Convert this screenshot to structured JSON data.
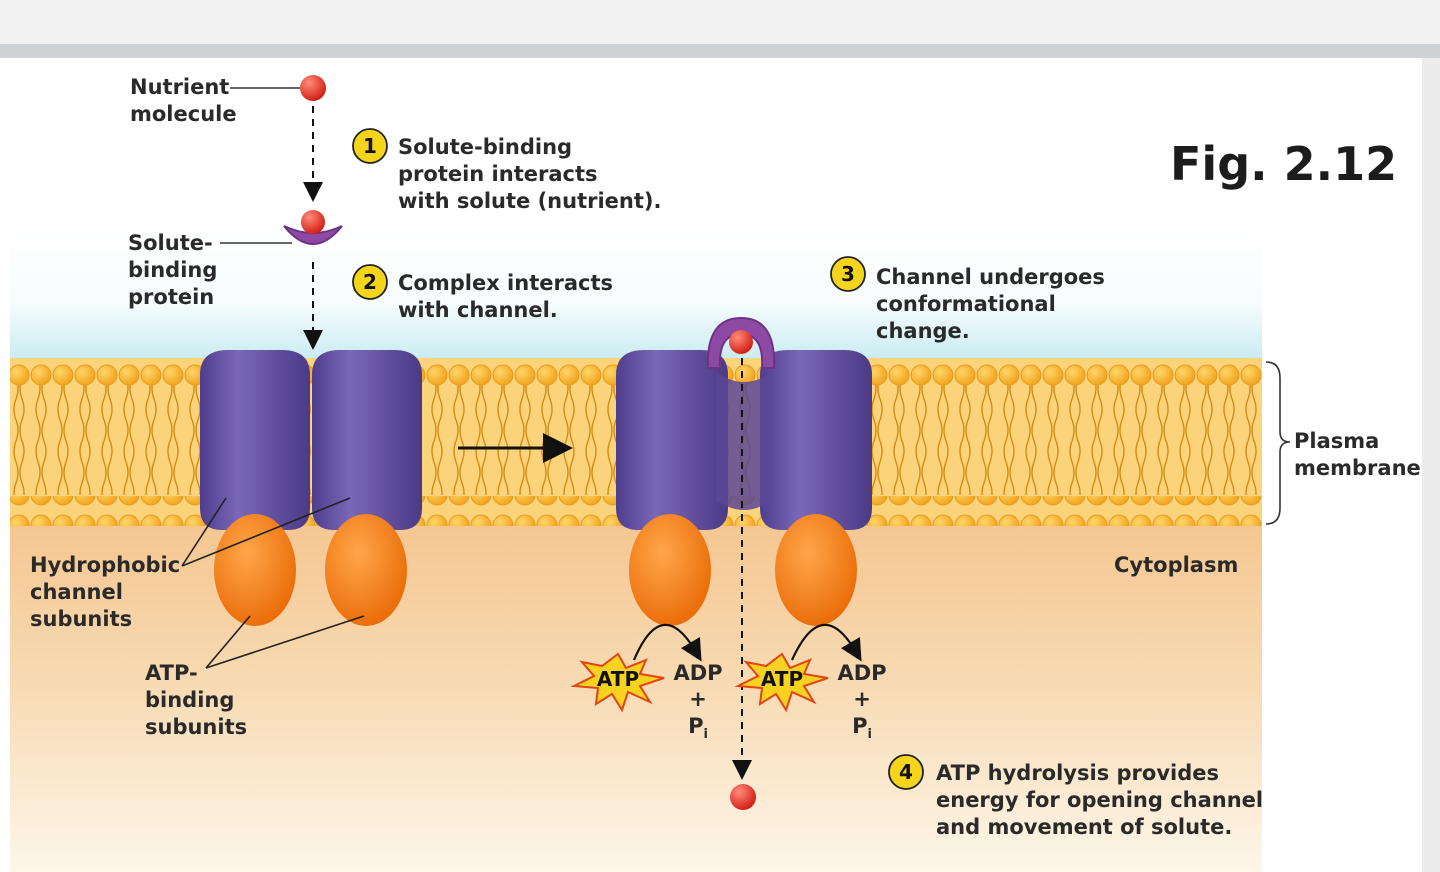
{
  "figure_label": "Fig. 2.12",
  "labels": {
    "nutrient_molecule": [
      "Nutrient",
      "molecule"
    ],
    "solute_binding_protein": [
      "Solute-",
      "binding",
      "protein"
    ],
    "hydrophobic_channel_subunits": [
      "Hydrophobic",
      "channel",
      "subunits"
    ],
    "atp_binding_subunits": [
      "ATP-",
      "binding",
      "subunits"
    ],
    "plasma_membrane": [
      "Plasma",
      "membrane"
    ],
    "cytoplasm": "Cytoplasm"
  },
  "steps": [
    {
      "number": "1",
      "lines": [
        "Solute-binding",
        "protein interacts",
        "with solute (nutrient)."
      ]
    },
    {
      "number": "2",
      "lines": [
        "Complex interacts",
        "with channel."
      ]
    },
    {
      "number": "3",
      "lines": [
        "Channel undergoes",
        "conformational",
        "change."
      ]
    },
    {
      "number": "4",
      "lines": [
        "ATP hydrolysis provides",
        "energy for opening channel",
        "and movement of solute."
      ]
    }
  ],
  "atp_cycles": [
    {
      "atp": "ATP",
      "adp": "ADP",
      "plus": "+",
      "pi": "P",
      "pi_sub": "i"
    },
    {
      "atp": "ATP",
      "adp": "ADP",
      "plus": "+",
      "pi": "P",
      "pi_sub": "i"
    }
  ],
  "colors": {
    "extracellular": "#cfeef3",
    "membrane": "#f6b632",
    "channel_purple": "#6a55a8",
    "atp_orange": "#f07a12",
    "solute_red": "#e3241b",
    "binding_protein": "#8d4aa5",
    "step_badge": "#f5d51c",
    "cytoplasm_top": "#f4c690",
    "cytoplasm_bottom": "#fdf6ea"
  }
}
